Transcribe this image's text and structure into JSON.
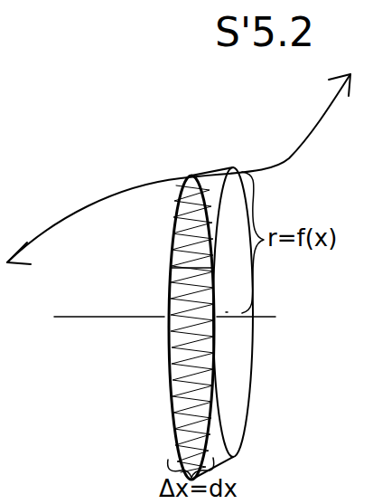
{
  "diagram": {
    "labels": [
      "S'5.2",
      "r=f(x)",
      "Δx=dx"
    ]
  }
}
